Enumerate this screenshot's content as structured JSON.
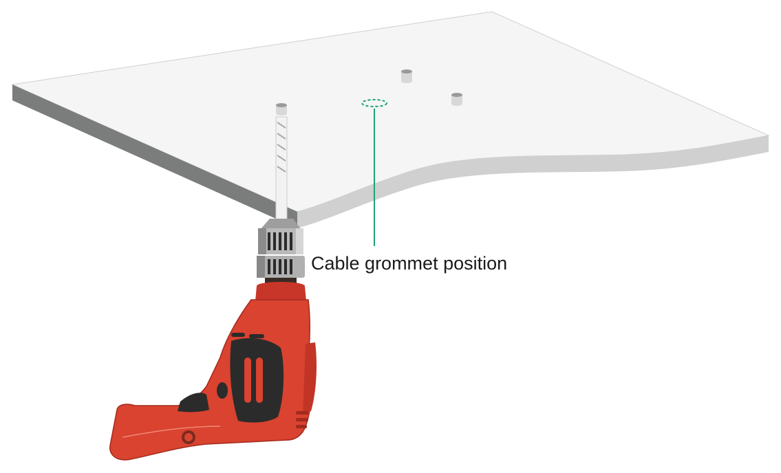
{
  "callout": {
    "label": "Cable grommet position"
  },
  "colors": {
    "board_top": "#f4f4f4",
    "board_outline": "#c9c9c9",
    "board_edge_front": "#7a7b7b",
    "board_edge_side": "#cfcfcf",
    "callout_line": "#1aa37a",
    "drill_body": "#d9432f",
    "drill_dark": "#2a2a2a",
    "chuck_metal": "#b5b5b5"
  },
  "icons": {
    "board": "desk-board",
    "tool": "power-drill",
    "bit": "drill-bit",
    "marker": "dashed-ellipse"
  }
}
